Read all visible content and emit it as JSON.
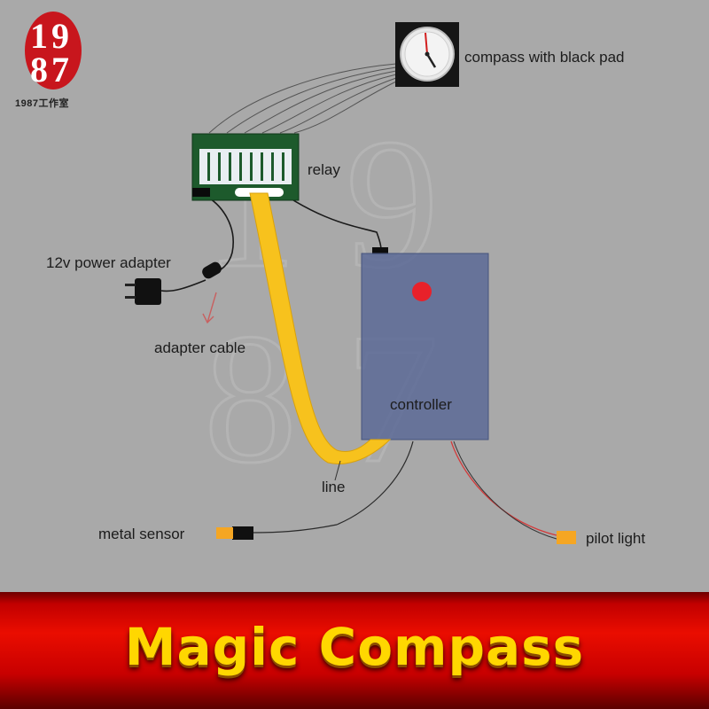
{
  "logo": {
    "digits": [
      "1",
      "9",
      "8",
      "7"
    ],
    "caption": "1987工作室"
  },
  "watermark": {
    "digits": [
      "1",
      "9",
      "8",
      "7"
    ]
  },
  "diagram": {
    "compass_label": "compass with black pad",
    "relay_label": "relay",
    "power_adapter_label": "12v power adapter",
    "adapter_cable_label": "adapter cable",
    "controller_label": "controller",
    "line_label": "line",
    "metal_sensor_label": "metal sensor",
    "pilot_light_label": "pilot light"
  },
  "banner": {
    "title": "Magic Compass",
    "ghost_text": ""
  },
  "colors": {
    "background": "#a9a9a9",
    "controller_fill": "#5c6a97",
    "relay_board": "#1d5a2c",
    "yellow_cable": "#f7c21d",
    "orange_component": "#f5a623",
    "indicator_dot": "#e8212a",
    "banner_red": "#d50000",
    "title_gold": "#ffd700"
  },
  "icons": {
    "compass": "clock-face-icon",
    "plug": "power-plug-icon",
    "arrow": "arrow-down-left-icon"
  }
}
